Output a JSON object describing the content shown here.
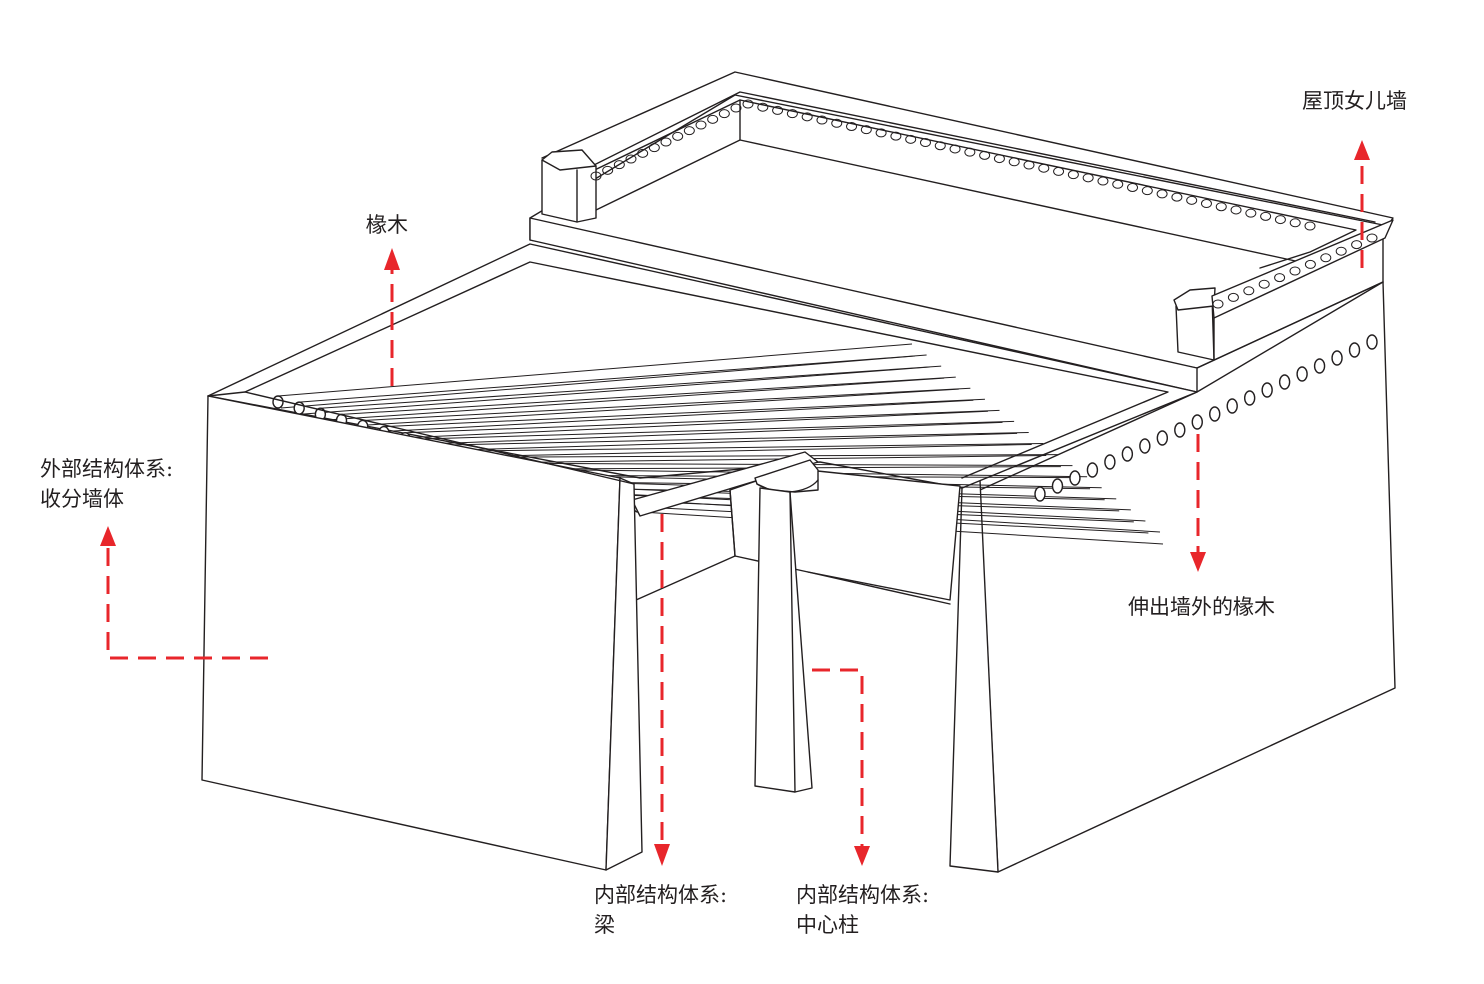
{
  "labels": {
    "parapet": "屋顶女儿墙",
    "rafter": "椽木",
    "outer_line1": "外部结构体系:",
    "outer_line2": "收分墙体",
    "rafter_out": "伸出墙外的椽木",
    "beam_line1": "内部结构体系:",
    "beam_line2": "梁",
    "column_line1": "内部结构体系:",
    "column_line2": "中心柱"
  },
  "colors": {
    "leader": "#e8262b",
    "line": "#231f20"
  }
}
